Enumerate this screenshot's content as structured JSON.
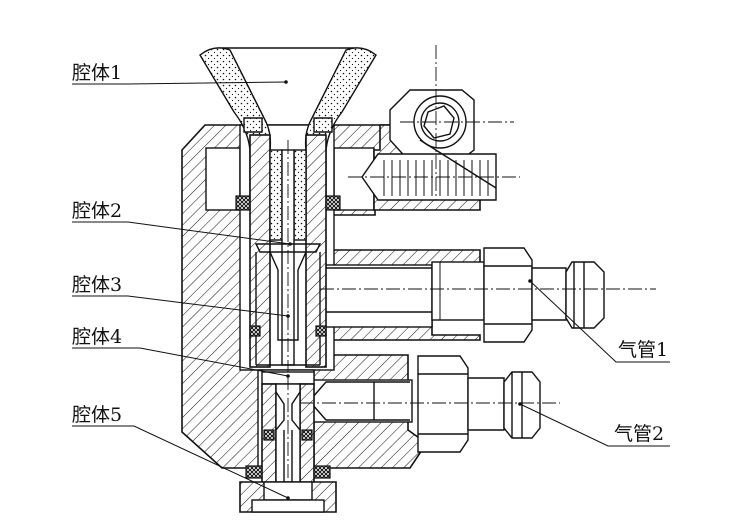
{
  "labels": {
    "cavity1": "腔体1",
    "cavity2": "腔体2",
    "cavity3": "腔体3",
    "cavity4": "腔体4",
    "cavity5": "腔体5",
    "gas_pipe1": "气管1",
    "gas_pipe2": "气管2"
  },
  "colors": {
    "line": "#111111",
    "background": "#ffffff"
  }
}
